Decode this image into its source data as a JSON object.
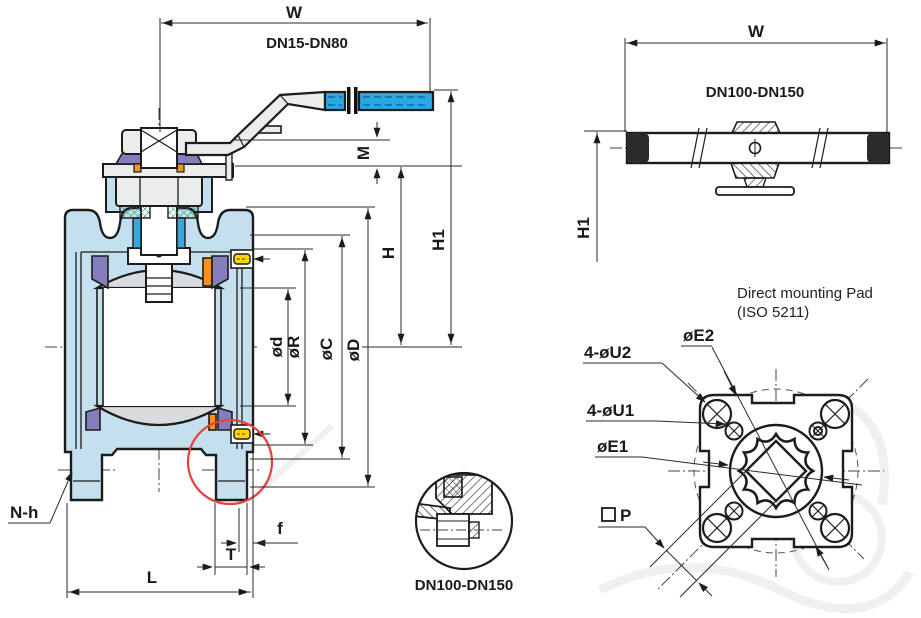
{
  "drawing": {
    "front_view": {
      "w": "W",
      "range": "DN15-DN80",
      "m": "M",
      "h": "H",
      "h1": "H1",
      "dia_bore": "ød",
      "dia_r": "øR",
      "dia_c": "øC",
      "dia_d": "øD",
      "bolts": "N-h",
      "f": "f",
      "t": "T",
      "l": "L"
    },
    "handle_view": {
      "w": "W",
      "range": "DN100-DN150",
      "h1": "H1"
    },
    "pad_view": {
      "title": "Direct mounting Pad",
      "subtitle": "(ISO 5211)",
      "u2": "4-øU2",
      "u1": "4-øU1",
      "e1": "øE1",
      "p": "P",
      "p_full": "□P",
      "e2": "øE2"
    },
    "detail_view": {
      "label": "DN100-DN150"
    },
    "colors": {
      "body": "#c4e0ef",
      "ball": "#d9dcde",
      "seat": "#847dbe",
      "metal": "#ebecec",
      "grip": "#29a9e2",
      "orange": "#f6921e",
      "yellow": "#ffd400",
      "red_circle": "#e8403a",
      "line": "#1c1c1c"
    }
  }
}
